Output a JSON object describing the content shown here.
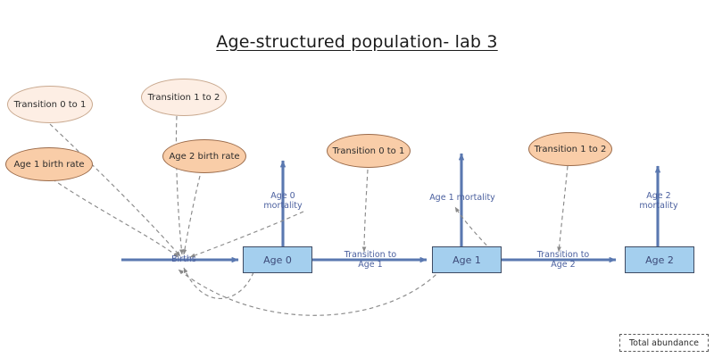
{
  "diagram": {
    "title": "Age-structured population- lab 3",
    "colors": {
      "stock_fill": "#a4cfee",
      "stock_border": "#3f4b63",
      "aux_pale_fill": "#fdeee4",
      "aux_pale_border": "#c9a98f",
      "aux_orange_fill": "#f9cda8",
      "aux_orange_border": "#9b6b4a",
      "flow_arrow": "#5a78b0",
      "flow_label_text": "#4a5f9e",
      "link_dash": "#8a8a8a"
    },
    "stocks": [
      {
        "label": "Age 0"
      },
      {
        "label": "Age 1"
      },
      {
        "label": "Age 2"
      }
    ],
    "auxiliaries": [
      {
        "label": "Transition 0 to 1",
        "style": "pale"
      },
      {
        "label": "Transition 1 to 2",
        "style": "pale"
      },
      {
        "label": "Age 1 birth rate",
        "style": "orange"
      },
      {
        "label": "Age 2 birth rate",
        "style": "orange"
      },
      {
        "label": "Transition 0 to 1",
        "style": "orange"
      },
      {
        "label": "Transition 1 to 2",
        "style": "orange"
      }
    ],
    "flows": [
      {
        "label": "Births"
      },
      {
        "label": "Age 0\nmortality"
      },
      {
        "label": "Transition to\nAge 1"
      },
      {
        "label": "Age 1 mortality"
      },
      {
        "label": "Transition to\nAge 2"
      },
      {
        "label": "Age 2\nmortality"
      }
    ],
    "total_abundance": "Total abundance"
  }
}
